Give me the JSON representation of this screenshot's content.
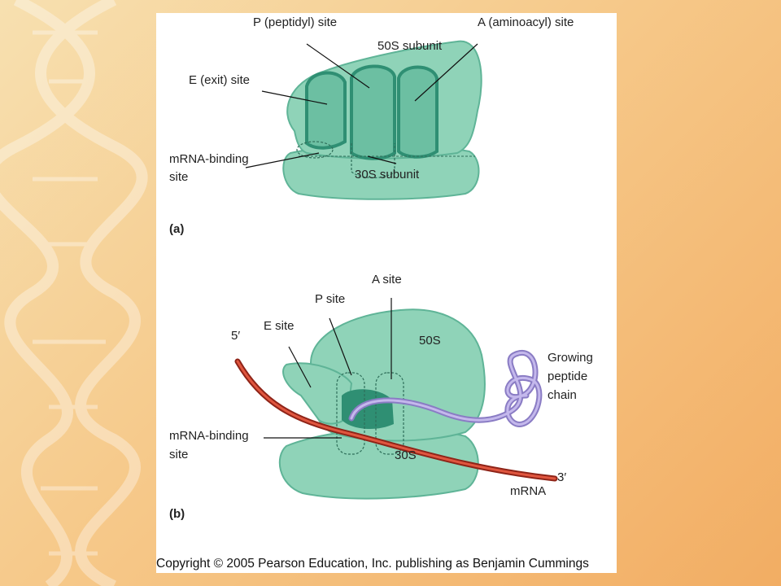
{
  "panel_a": {
    "label": "(a)",
    "p_site": "P (peptidyl) site",
    "a_site": "A (aminoacyl) site",
    "large_subunit": "50S subunit",
    "e_site": "E (exit) site",
    "mrna_binding": [
      "mRNA-binding",
      "site"
    ],
    "small_subunit": "30S subunit"
  },
  "panel_b": {
    "label": "(b)",
    "a_site": "A site",
    "p_site": "P site",
    "e_site": "E site",
    "five_prime": "5′",
    "large_subunit": "50S",
    "growing_chain": [
      "Growing",
      "peptide",
      "chain"
    ],
    "mrna_binding": [
      "mRNA-binding",
      "site"
    ],
    "small_subunit": "30S",
    "three_prime": "3′",
    "mrna": "mRNA"
  },
  "copyright": "Copyright © 2005 Pearson Education, Inc. publishing as Benjamin Cummings",
  "colors": {
    "ribosome": "#8fd3b8",
    "ribosome_dark": "#5fb497",
    "site": "#6cbfa2",
    "mrna": "#c73a2a",
    "peptide": "#a99ad6"
  }
}
